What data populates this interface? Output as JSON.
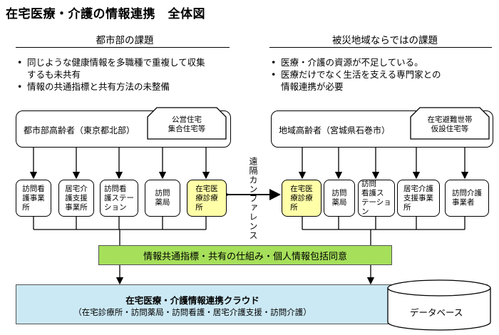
{
  "title": "在宅医療・介護の情報連携　全体図",
  "left": {
    "heading": "都市部の課題",
    "bullets": [
      "同じような健康情報を多職種で重複して収集\nするも未共有",
      "情報の共通指標と共有方法の未整備"
    ],
    "population_label": "都市部高齢者（東京都北部）",
    "housing_label": "公営住宅\n集合住宅等",
    "services": [
      {
        "label": "訪問看\n護事業\n所",
        "highlight": false
      },
      {
        "label": "居宅介\n護支援\n事業所",
        "highlight": false
      },
      {
        "label": "訪問看\n護ステー\nション",
        "highlight": false
      },
      {
        "label": "訪問\n薬局",
        "highlight": false
      },
      {
        "label": "在宅医\n療診療\n所",
        "highlight": true
      }
    ]
  },
  "right": {
    "heading": "被災地域ならではの課題",
    "bullets": [
      "医療・介護の資源が不足している。",
      "医療だけでなく生活を支える専門家との\n情報連携が必要"
    ],
    "population_label": "地域高齢者（宮城県石巻市）",
    "housing_label": "在宅避難世帯\n仮設住宅等",
    "services": [
      {
        "label": "在宅医\n療診療\n所",
        "highlight": true
      },
      {
        "label": "訪問\n薬局",
        "highlight": false
      },
      {
        "label": "訪問\n看護ス\nテーション",
        "highlight": false
      },
      {
        "label": "居宅介護\n支援事業\n所",
        "highlight": false
      },
      {
        "label": "訪問介護\n事業者",
        "highlight": false
      }
    ]
  },
  "middle_label": "遠隔カンファレンス",
  "green_bar_label": "情報共通指標・共有の仕組み・個人情報包括同意",
  "cloud": {
    "title": "在宅医療・介護情報連携クラウド",
    "subtitle": "（在宅診療所・訪問薬局・訪問看護・居宅介護支援・訪問介護）"
  },
  "database_label": "データベース",
  "colors": {
    "highlight_yellow": "#ffffa8",
    "green_bar": "#a6e05a",
    "cloud_blue": "#cbe9f4"
  }
}
